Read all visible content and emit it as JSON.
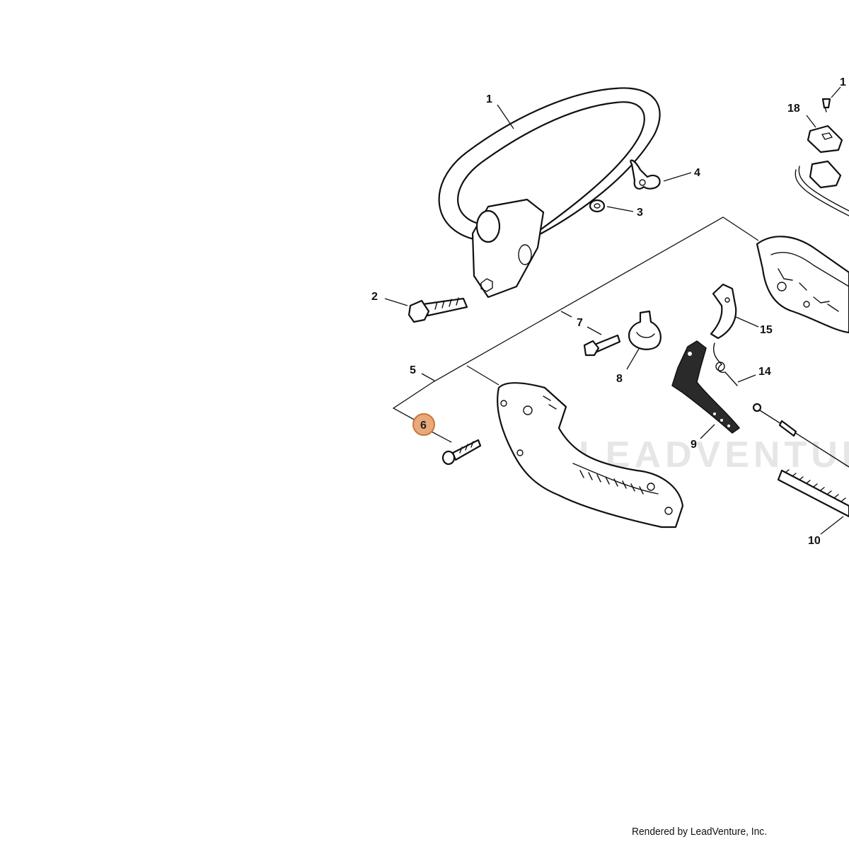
{
  "diagram": {
    "watermark": "LEADVENTURE",
    "footer_text": "Rendered by LeadVenture, Inc.",
    "highlight_color": "#e9a97a",
    "highlight_stroke": "#c9773a",
    "selected_callout": "6",
    "callouts": [
      {
        "id": "1",
        "label": "1",
        "part": "loop-handle"
      },
      {
        "id": "2",
        "label": "2",
        "part": "bolt"
      },
      {
        "id": "3",
        "label": "3",
        "part": "washer"
      },
      {
        "id": "4",
        "label": "4",
        "part": "wing-nut"
      },
      {
        "id": "5",
        "label": "5",
        "part": "rear-handle-assembly"
      },
      {
        "id": "6",
        "label": "6",
        "part": "screw"
      },
      {
        "id": "7",
        "label": "7",
        "part": "screw"
      },
      {
        "id": "8",
        "label": "8",
        "part": "clamp"
      },
      {
        "id": "9",
        "label": "9",
        "part": "throttle-trigger"
      },
      {
        "id": "10",
        "label": "10",
        "part": "cable-conduit"
      },
      {
        "id": "14",
        "label": "14",
        "part": "spring"
      },
      {
        "id": "15",
        "label": "15",
        "part": "lockout-lever"
      },
      {
        "id": "18",
        "label": "18",
        "part": "switch"
      },
      {
        "id": "1b",
        "label": "1",
        "part": "screw-partial"
      }
    ]
  }
}
